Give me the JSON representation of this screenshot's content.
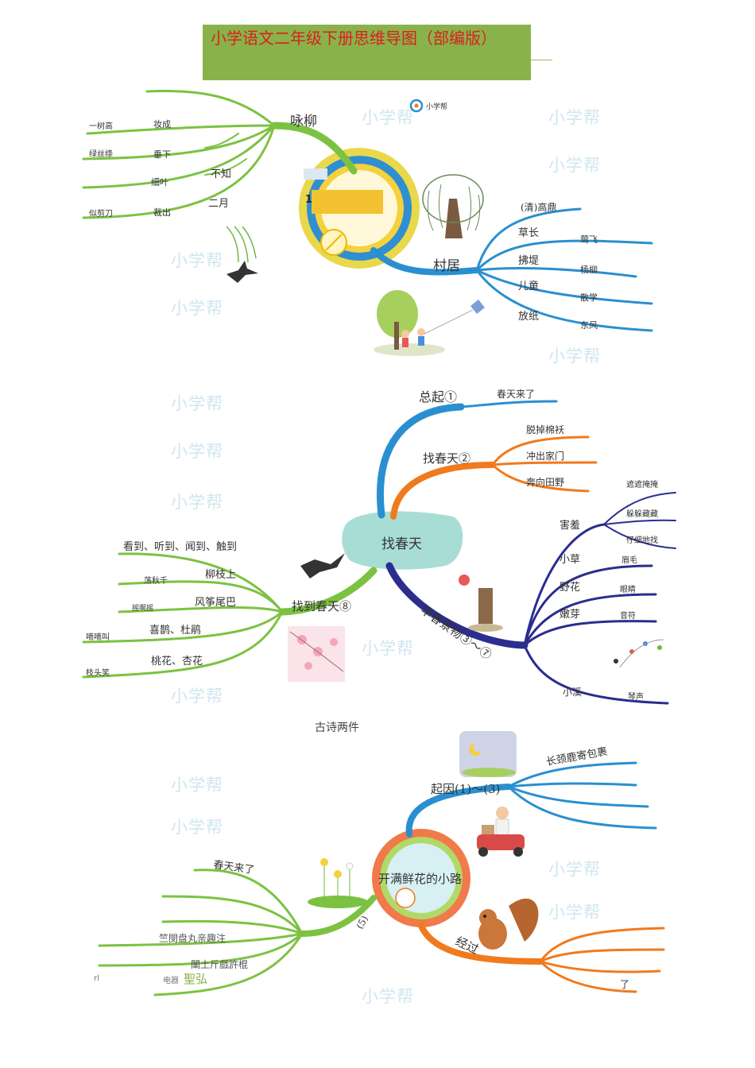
{
  "title": "小学语文二年级下册思维导图（部编版）",
  "watermark": "小学帮",
  "map1": {
    "number_badge": "1",
    "branches": [
      {
        "label": "咏柳",
        "items": [
          "一树高",
          "绿丝绦",
          "似剪刀",
          "妆成",
          "垂下",
          "细叶",
          "裁出",
          "不知",
          "二月"
        ]
      },
      {
        "label": "村居",
        "items": [
          "(清)高鼎",
          "草长",
          "拂堤",
          "儿童",
          "放纸",
          "莺飞",
          "杨柳",
          "散学",
          "东风"
        ]
      }
    ]
  },
  "map2": {
    "center": "找春天",
    "branches": [
      {
        "label": "总起①",
        "items": [
          "春天来了"
        ]
      },
      {
        "label": "找春天②",
        "items": [
          "脱掉棉袄",
          "冲出家门",
          "奔向田野"
        ]
      },
      {
        "label": "早春景物③～⑦",
        "items": [
          "害羞",
          "遮遮掩掩",
          "躲躲藏藏",
          "仔细地找",
          "小草",
          "眉毛",
          "野花",
          "眼睛",
          "嫩芽",
          "音符",
          "小溪",
          "琴声"
        ]
      },
      {
        "label": "找到春天⑧",
        "items": [
          "看到、听到、闻到、触到",
          "柳枝上",
          "荡秋千",
          "风筝尾巴",
          "摇啊摇",
          "喜鹊、杜鹃",
          "嘀嘀叫",
          "桃花、杏花",
          "枝头笑"
        ]
      }
    ]
  },
  "caption": "古诗两件",
  "map3": {
    "center": "开满鲜花的小路",
    "branches": [
      {
        "label": "起因(1)～(3)",
        "items": [
          "长颈鹿寄包裹"
        ]
      },
      {
        "label": "经过",
        "items": [
          "了"
        ]
      },
      {
        "label": "(5)",
        "items": [
          "春天来了"
        ]
      }
    ]
  },
  "footer": {
    "line1": "竺閔盘丸亲趣注",
    "line2": "闈土斤戲許棍",
    "small": "电器",
    "name": "聖弘",
    "mark": "rl"
  },
  "colors": {
    "title_bg": "#8ab24a",
    "title_text": "#d92020",
    "green": "#7cc242",
    "blue": "#2a8fd0",
    "orange": "#f07a1e",
    "navy": "#2b2d8f"
  }
}
